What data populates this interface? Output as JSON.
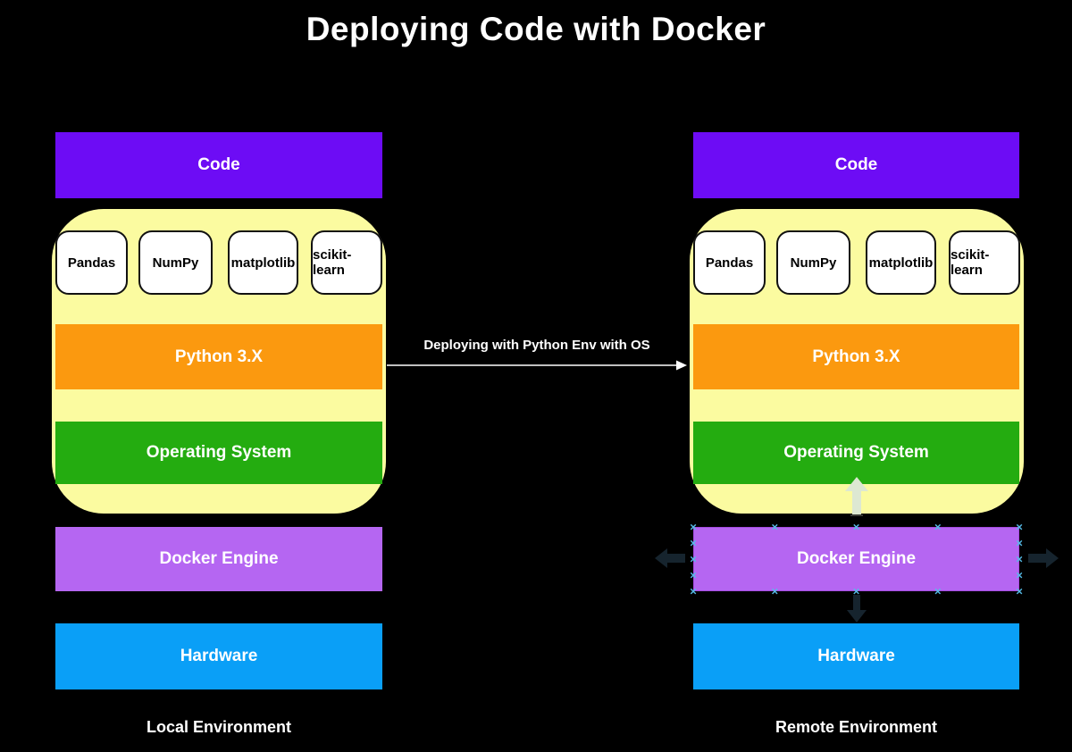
{
  "title": "Deploying Code with Docker",
  "flow_arrow": {
    "label": "Deploying with Python Env with OS",
    "direction": "right"
  },
  "environments": [
    {
      "label": "Local Environment",
      "layers": {
        "code": "Code",
        "python": "Python 3.X",
        "os": "Operating System",
        "docker": "Docker Engine",
        "hardware": "Hardware"
      },
      "libraries": [
        "Pandas",
        "NumPy",
        "matplotlib",
        "scikit-learn"
      ]
    },
    {
      "label": "Remote Environment",
      "selected_layer": "docker",
      "layers": {
        "code": "Code",
        "python": "Python 3.X",
        "os": "Operating System",
        "docker": "Docker Engine",
        "hardware": "Hardware"
      },
      "libraries": [
        "Pandas",
        "NumPy",
        "matplotlib",
        "scikit-learn"
      ]
    }
  ],
  "colors": {
    "background": "#000000",
    "code": "#6D0CF5",
    "env_container": "#FBFBA0",
    "library_box": "#FFFFFF",
    "python": "#FB990F",
    "os": "#24AC10",
    "docker": "#B566F2",
    "docker_selected_border": "#A44BE0",
    "hardware": "#0A9FF7",
    "selection_handle": "#56BBE8",
    "nav_arrow_dark": "#16242E",
    "nav_arrow_pale": "#DDE8D2",
    "flow_arrow": "#FFFFFF",
    "text_light": "#FFFFFF",
    "text_dark": "#000000"
  }
}
